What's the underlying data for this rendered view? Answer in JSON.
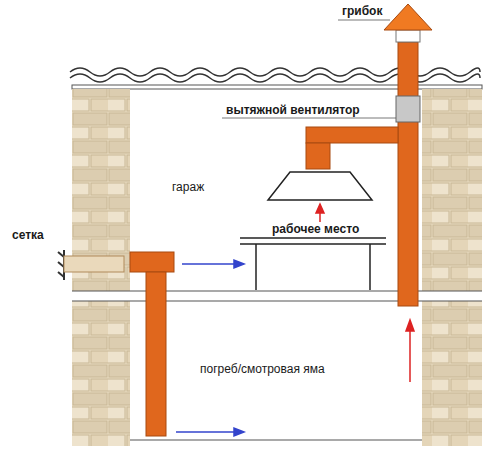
{
  "diagram": {
    "labels": [
      "грибок",
      "вытяжной вентилятор",
      "гараж",
      "сетка",
      "рабочее место",
      "погреб/смотровая яма"
    ]
  }
}
